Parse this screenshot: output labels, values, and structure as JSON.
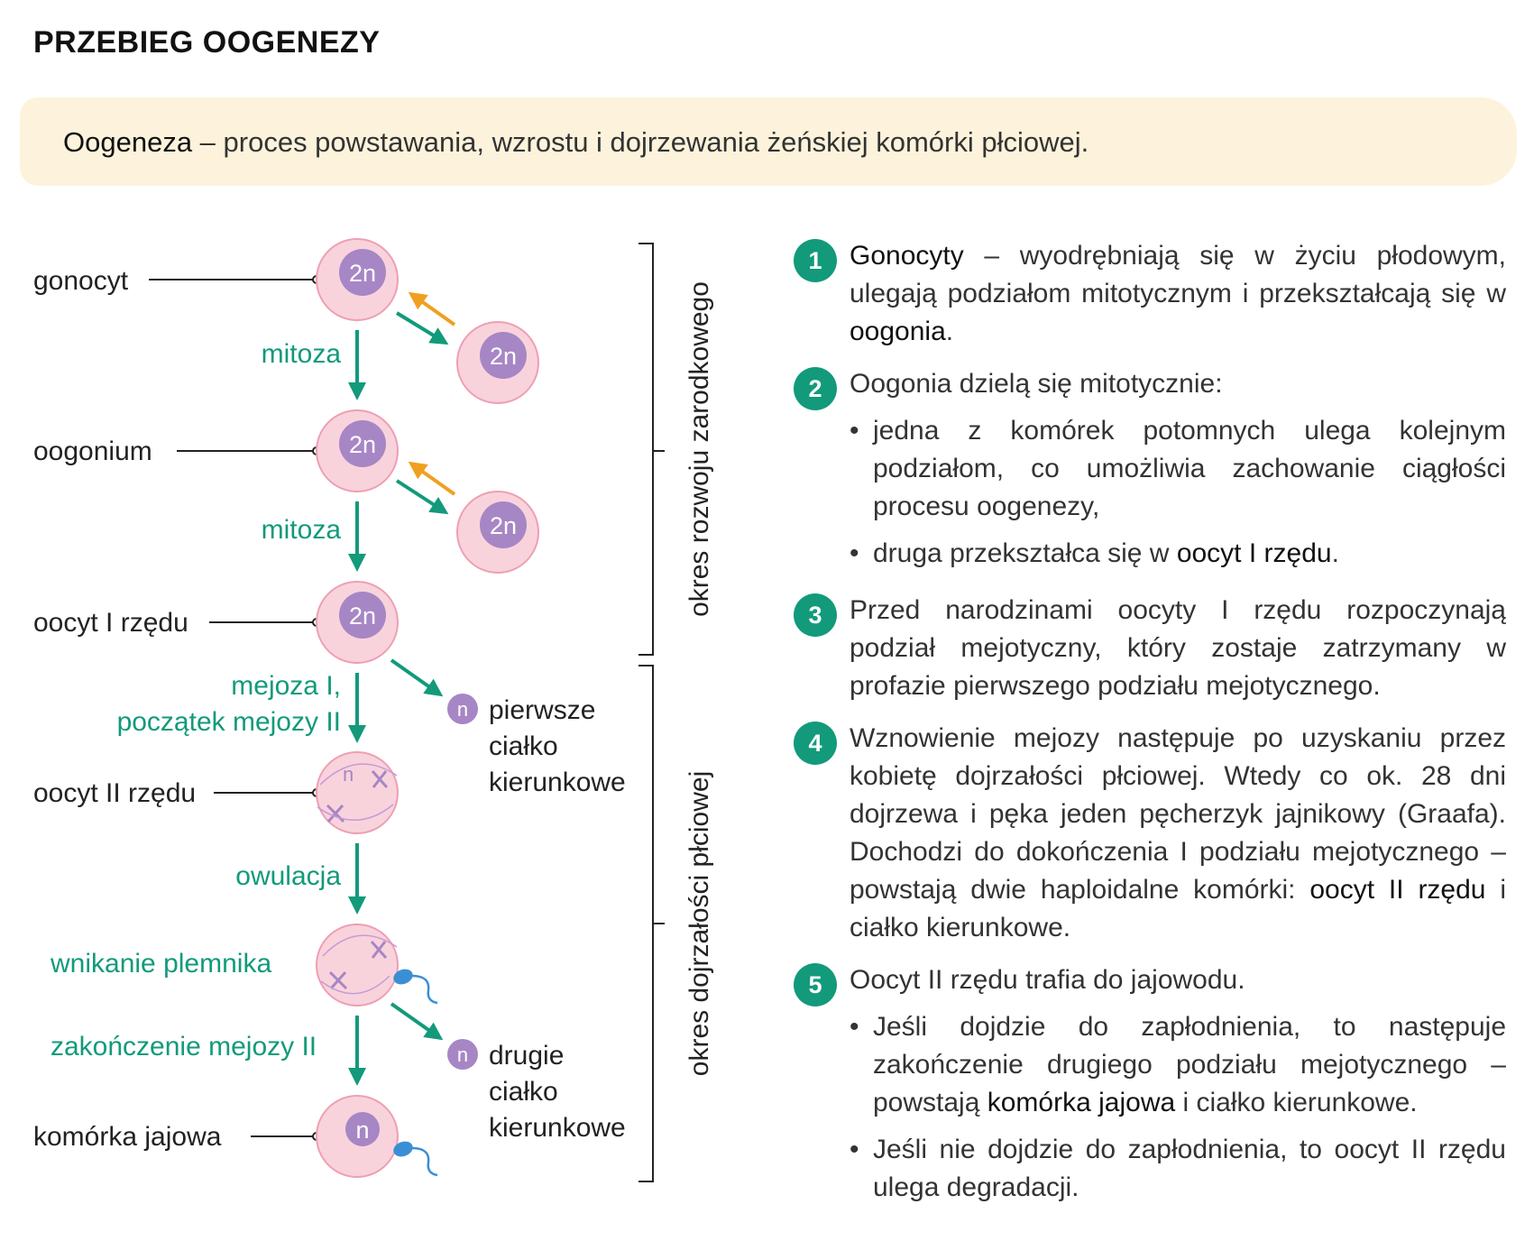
{
  "title": "PRZEBIEG OOGENEZY",
  "definition": {
    "term": "Oogeneza",
    "text": " – proces powstawania, wzrostu i dojrzewania żeńskiej komórki płciowej."
  },
  "diagram": {
    "cell_labels": {
      "gonocyt": "gonocyt",
      "oogonium": "oogonium",
      "oocyt1": "oocyt I rzędu",
      "oocyt2": "oocyt II rzędu",
      "komorka": "komórka jajowa"
    },
    "process_labels": {
      "mitoza1": "mitoza",
      "mitoza2": "mitoza",
      "mejoza_a": "mejoza I,",
      "mejoza_b": "początek mejozy II",
      "owulacja": "owulacja",
      "wnikanie": "wnikanie plemnika",
      "zakonczenie": "zakończenie mejozy II"
    },
    "ploidy": {
      "diploid": "2n",
      "haploid": "n"
    },
    "polar_body_1": [
      "pierwsze",
      "ciałko",
      "kierunkowe"
    ],
    "polar_body_2": [
      "drugie",
      "ciałko",
      "kierunkowe"
    ],
    "periods": {
      "upper": "okres rozwoju zarodkowego",
      "lower": "okres dojrzałości płciowej"
    },
    "colors": {
      "cell_fill": "#f9d3dc",
      "cell_stroke": "#ee9fb4",
      "nucleus": "#a786c5",
      "green": "#129a7b",
      "orange": "#f0a020",
      "sperm": "#3a8fd4"
    }
  },
  "steps": [
    {
      "num": "1",
      "parts": [
        {
          "t": "Gonocyty",
          "b": true
        },
        {
          "t": " – wyodrębniają się w życiu płodowym, ulegają podziałom mitotycznym i przekształcają się w ",
          "b": false
        },
        {
          "t": "oogonia",
          "b": true
        },
        {
          "t": ".",
          "b": false
        }
      ]
    },
    {
      "num": "2",
      "parts": [
        {
          "t": "Oogonia dzielą się mitotycznie:",
          "b": false
        }
      ],
      "bullets": [
        [
          {
            "t": "jedna z komórek potomnych ulega kolejnym podziałom, co umożliwia zachowanie ciągłości procesu oogenezy,",
            "b": false
          }
        ],
        [
          {
            "t": "druga przekształca się w ",
            "b": false
          },
          {
            "t": "oocyt I rzędu",
            "b": true
          },
          {
            "t": ".",
            "b": false
          }
        ]
      ]
    },
    {
      "num": "3",
      "parts": [
        {
          "t": "Przed narodzinami oocyty I rzędu rozpoczynają podział mejotyczny, który zostaje zatrzymany w profazie pierwszego podziału mejotycznego.",
          "b": false
        }
      ]
    },
    {
      "num": "4",
      "parts": [
        {
          "t": "Wznowienie mejozy następuje po uzyskaniu przez kobietę dojrzałości płciowej. Wtedy co ok. 28 dni dojrzewa i pęka jeden pęcherzyk jajnikowy (Graafa). Dochodzi do dokończenia I podziału mejotycznego – powstają dwie haploidalne komórki: ",
          "b": false
        },
        {
          "t": "oocyt II rzędu",
          "b": true
        },
        {
          "t": " i ciałko kierunkowe.",
          "b": false
        }
      ]
    },
    {
      "num": "5",
      "parts": [
        {
          "t": "Oocyt II rzędu trafia do jajowodu.",
          "b": false
        }
      ],
      "bullets": [
        [
          {
            "t": "Jeśli dojdzie do zapłodnienia, to następuje zakończenie drugiego podziału mejotycznego – powstają ",
            "b": false
          },
          {
            "t": "komórka jajowa",
            "b": true
          },
          {
            "t": " i ciałko kierunkowe.",
            "b": false
          }
        ],
        [
          {
            "t": "Jeśli nie dojdzie do zapłodnienia, to oocyt II rzędu ulega degradacji.",
            "b": false
          }
        ]
      ]
    }
  ]
}
